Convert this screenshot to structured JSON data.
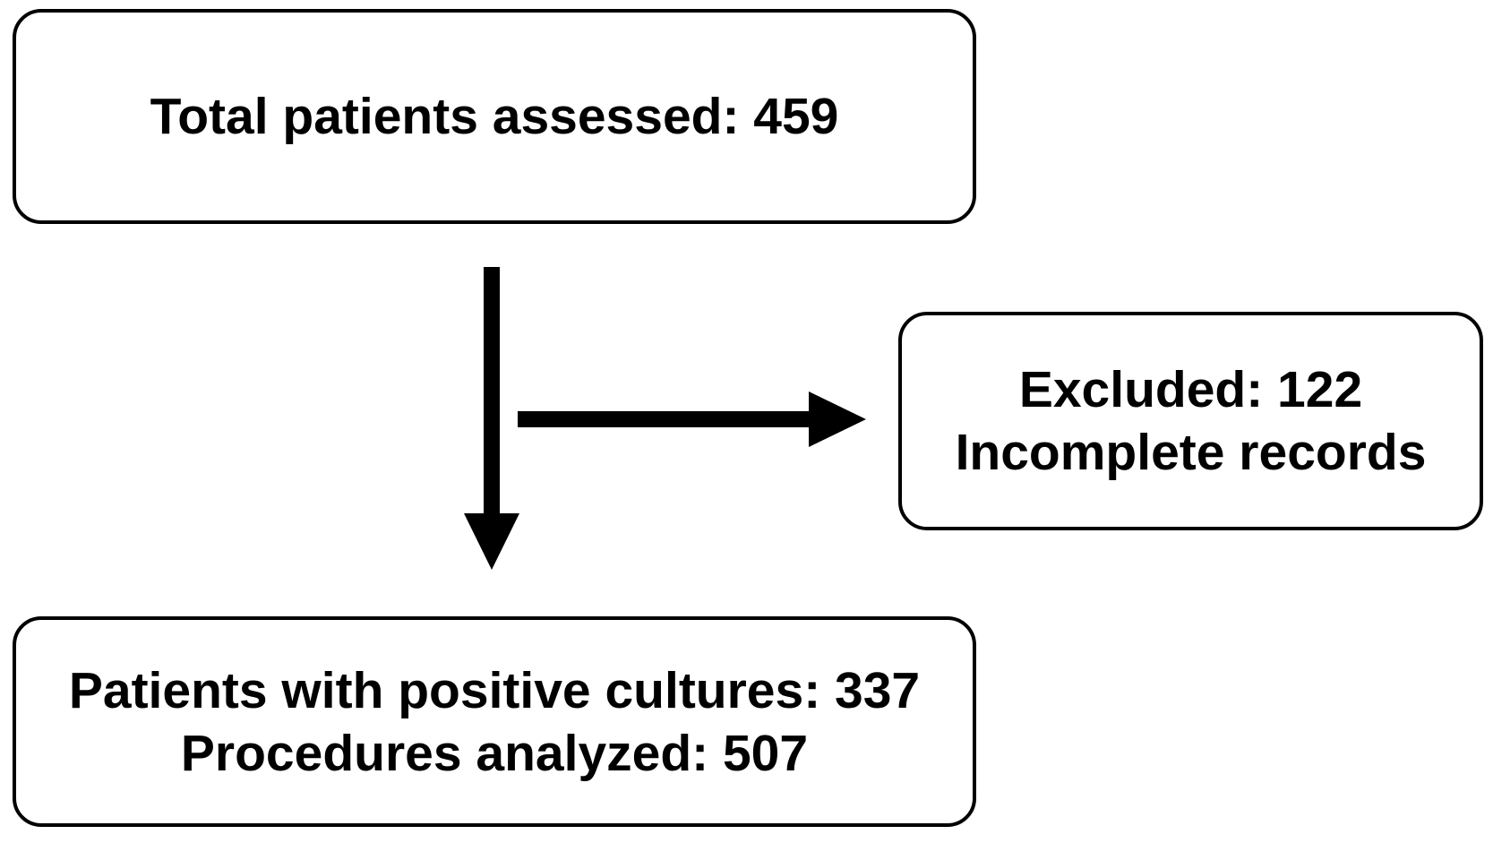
{
  "diagram": {
    "type": "flowchart",
    "nodes": [
      {
        "id": "total-assessed",
        "lines": [
          "Total patients assessed: 459"
        ]
      },
      {
        "id": "excluded",
        "lines": [
          "Excluded: 122",
          "Incomplete records"
        ]
      },
      {
        "id": "analyzed",
        "lines": [
          "Patients with positive cultures: 337",
          "Procedures analyzed: 507"
        ]
      }
    ],
    "edges": [
      {
        "from": "total-assessed",
        "to": "analyzed",
        "direction": "down"
      },
      {
        "from": "total-assessed",
        "to": "excluded",
        "direction": "right"
      }
    ],
    "values": {
      "total_patients_assessed": 459,
      "excluded": 122,
      "excluded_reason": "Incomplete records",
      "patients_with_positive_cultures": 337,
      "procedures_analyzed": 507
    },
    "colors": {
      "border": "#000000",
      "text": "#000000",
      "arrow": "#000000",
      "background": "#ffffff"
    }
  }
}
